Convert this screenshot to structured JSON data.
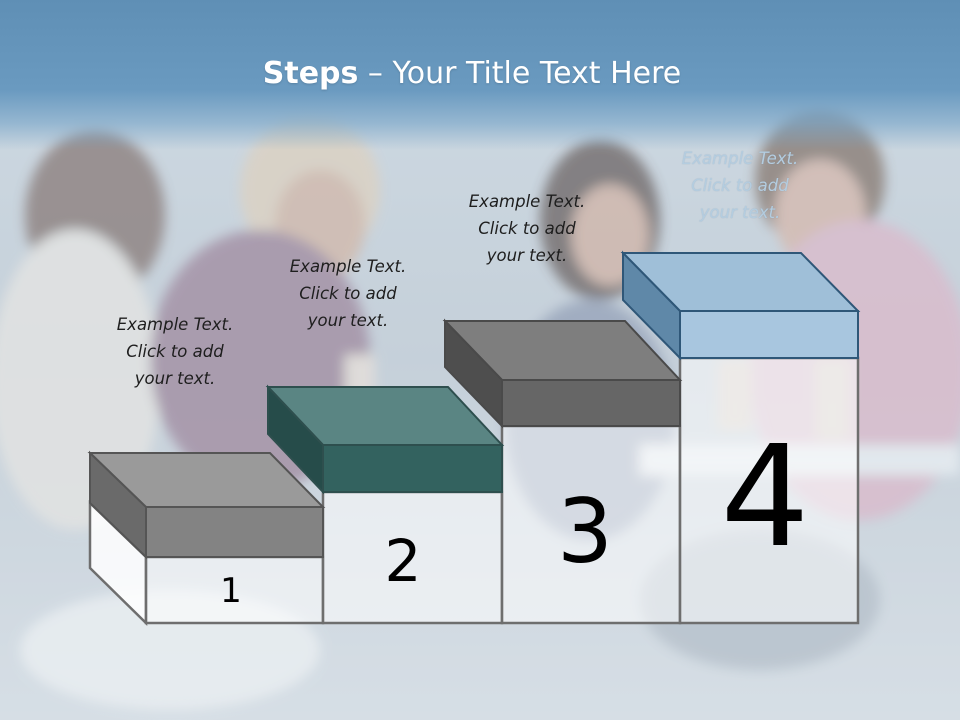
{
  "slide": {
    "title_bold": "Steps",
    "title_rest": " – Your Title Text Here"
  },
  "steps": [
    {
      "number": "1",
      "caption": [
        "Example Text.",
        "Click  to add",
        "your text."
      ]
    },
    {
      "number": "2",
      "caption": [
        "Example Text.",
        "Click  to add",
        "your text."
      ]
    },
    {
      "number": "3",
      "caption": [
        "Example Text.",
        "Click  to add",
        "your text."
      ]
    },
    {
      "number": "4",
      "caption": [
        "Example Text.",
        "Click  to add",
        "your text."
      ]
    }
  ],
  "colors": {
    "header": "#6a9ac0",
    "block_1": "#8c8c8c",
    "block_2": "#3f7a78",
    "block_3": "#7a7a7a",
    "block_4": "#a8c6df",
    "outline": "#6e6e6e"
  }
}
